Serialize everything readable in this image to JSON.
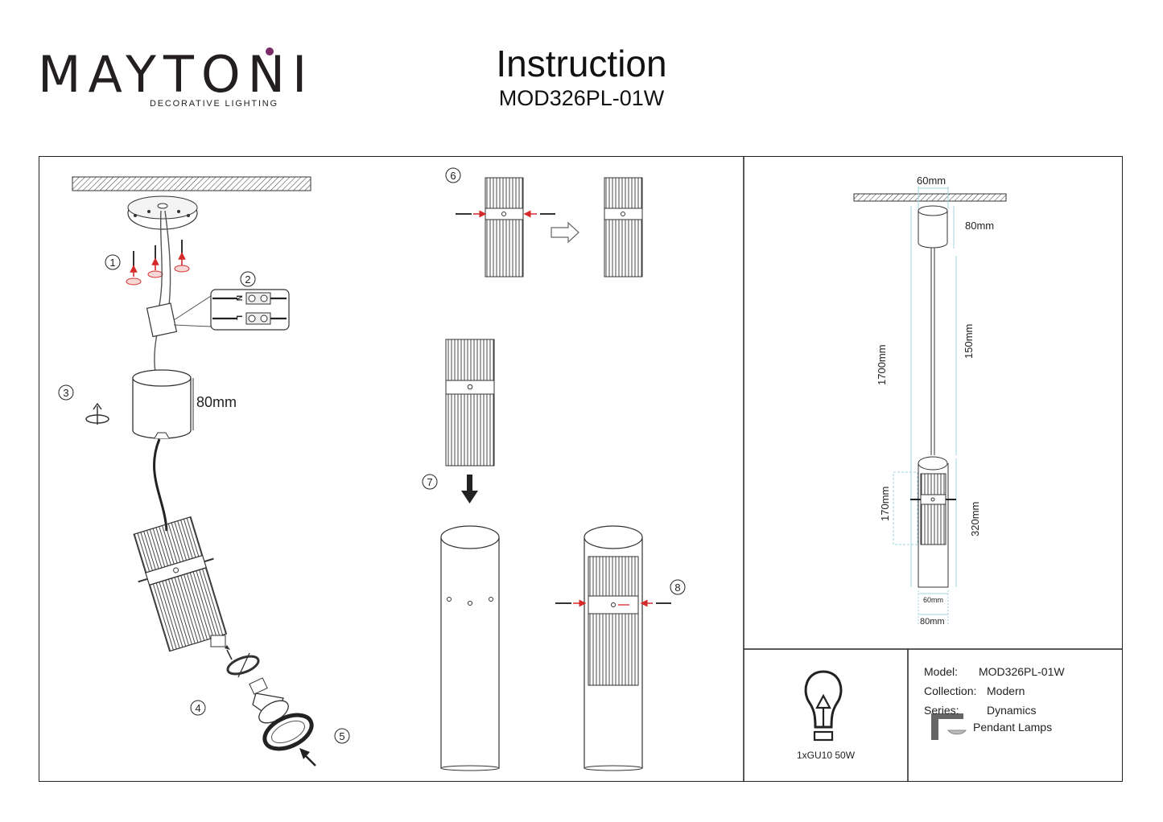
{
  "header": {
    "brand": "MAYTONI",
    "brand_tagline": "DECORATIVE LIGHTING",
    "title": "Instruction",
    "model": "MOD326PL-01W"
  },
  "steps": [
    "1",
    "2",
    "3",
    "4",
    "5",
    "6",
    "7",
    "8"
  ],
  "wiring": {
    "neutral": "N",
    "live": "L"
  },
  "canopy_height": "80mm",
  "dimensions": {
    "top_width": "60mm",
    "canopy_height": "80mm",
    "total_height": "1700mm",
    "cable_length": "150mm",
    "body_part": "170mm",
    "body_length": "320mm",
    "inner_diameter": "60mm",
    "outer_diameter": "80mm"
  },
  "specs": {
    "lamp": "1xGU10 50W",
    "model_label": "Model:",
    "model_value": "MOD326PL-01W",
    "collection_label": "Collection:",
    "collection_value": "Modern",
    "series_label": "Series:",
    "series_value": "Dynamics",
    "type_value": "Pendant Lamps"
  },
  "colors": {
    "brand_accent": "#7a2b6a",
    "dimension_line": "#9fd3df",
    "arrow_red": "#d62a2a"
  }
}
